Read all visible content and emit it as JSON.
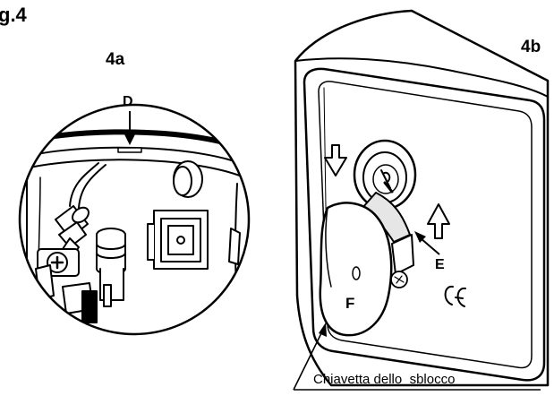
{
  "figure": {
    "label": "g.4",
    "panel_a": "4a",
    "panel_b": "4b"
  },
  "callouts": {
    "d": "D",
    "e": "E",
    "f": "F"
  },
  "caption": "Chiavetta dello  sblocco",
  "icons": [
    "arrow-down-icon",
    "arrow-up-icon",
    "ce-mark-icon",
    "screw-icon",
    "key-icon"
  ],
  "colors": {
    "line": "#000000",
    "fill": "#ffffff",
    "shade": "#e6e6e6"
  }
}
